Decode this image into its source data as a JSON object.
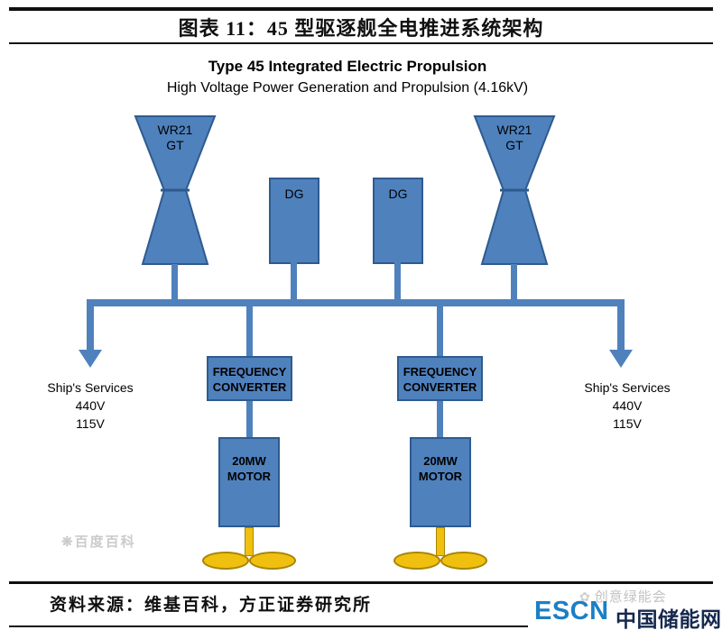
{
  "header": {
    "title": "图表 11：45 型驱逐舰全电推进系统架构"
  },
  "diagram": {
    "title": "Type 45 Integrated Electric Propulsion",
    "subtitle": "High Voltage Power Generation and Propulsion (4.16kV)",
    "gas_turbine": {
      "line1": "WR21",
      "line2": "GT"
    },
    "diesel_generator": {
      "label": "DG"
    },
    "frequency_converter": {
      "line1": "FREQUENCY",
      "line2": "CONVERTER"
    },
    "motor": {
      "line1": "20MW",
      "line2": "MOTOR"
    },
    "ship_services": {
      "line1": "Ship's Services",
      "line2": "440V",
      "line3": "115V"
    },
    "watermark": "百度百科",
    "colors": {
      "component_fill": "#4f81bd",
      "component_border": "#2e5b8f",
      "line": "#4f81bd",
      "propeller_fill": "#f0c010",
      "propeller_border": "#a98500"
    }
  },
  "footer": {
    "source": "资料来源：维基百科，方正证券研究所",
    "logo": {
      "escn": "ESCN",
      "site": "中国储能网",
      "watermark": "创意绿能会"
    },
    "colors": {
      "escn_blue": "#1c7fc4",
      "site_navy": "#16294e"
    }
  }
}
